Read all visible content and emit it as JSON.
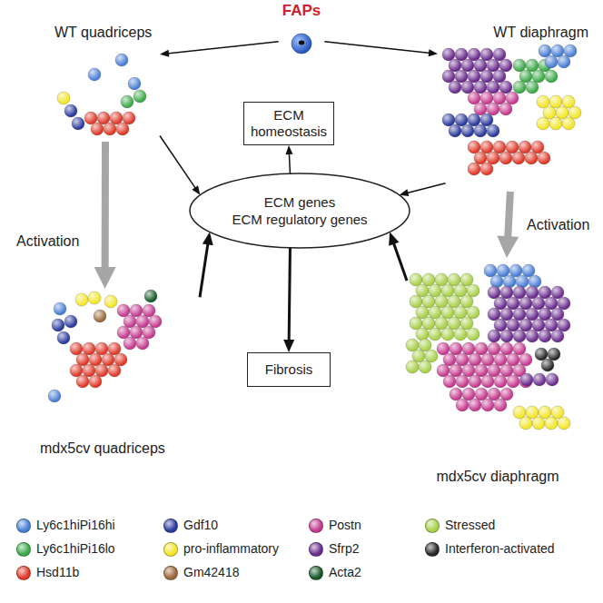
{
  "diagram": {
    "nodes": [
      {
        "text": [
          "FAPs"
        ]
      },
      {
        "text": [
          "WT quadriceps"
        ]
      },
      {
        "text": [
          "WT diaphragm"
        ]
      },
      {
        "text": [
          "ECM homeostasis"
        ]
      },
      {
        "text": [
          "ECM genes",
          "ECM regulatory genes"
        ]
      },
      {
        "text": [
          "Fibrosis"
        ]
      },
      {
        "text": [
          "mdx5cv quadriceps"
        ]
      },
      {
        "text": [
          "mdx5cv diaphragm"
        ]
      }
    ],
    "edges": [
      {
        "from": 0,
        "to": 1,
        "arrow": "to"
      },
      {
        "from": 0,
        "to": 2,
        "arrow": "to"
      },
      {
        "from": 1,
        "to": 4,
        "arrow": "to"
      },
      {
        "from": 2,
        "to": 4,
        "arrow": "to"
      },
      {
        "from": 4,
        "to": 3,
        "arrow": "to"
      },
      {
        "from": 4,
        "to": 5,
        "arrow": "to"
      },
      {
        "from": 6,
        "to": 4,
        "arrow": "to"
      },
      {
        "from": 7,
        "to": 4,
        "arrow": "to"
      },
      {
        "from": 1,
        "to": 6,
        "label": "Activation",
        "arrow": "to"
      },
      {
        "from": 2,
        "to": 7,
        "label": "Activation",
        "arrow": "to"
      }
    ],
    "legend": [
      {
        "text": "Ly6c1hiPi16hi",
        "color": "#4a7fd6"
      },
      {
        "text": "Gdf10",
        "color": "#2b3a9e"
      },
      {
        "text": "Postn",
        "color": "#c63a8f"
      },
      {
        "text": "Stressed",
        "color": "#a8d14a"
      },
      {
        "text": "Ly6c1hiPi16lo",
        "color": "#3daa4a"
      },
      {
        "text": "pro-inflammatory",
        "color": "#f3e62a"
      },
      {
        "text": "Sfrp2",
        "color": "#6b2d8f"
      },
      {
        "text": "Interferon-activated",
        "color": "#2a2a2a"
      },
      {
        "text": "Hsd11b",
        "color": "#e03a2a"
      },
      {
        "text": "Gm42418",
        "color": "#9a6a3a"
      },
      {
        "text": "Acta2",
        "color": "#1a5a2a"
      }
    ]
  }
}
